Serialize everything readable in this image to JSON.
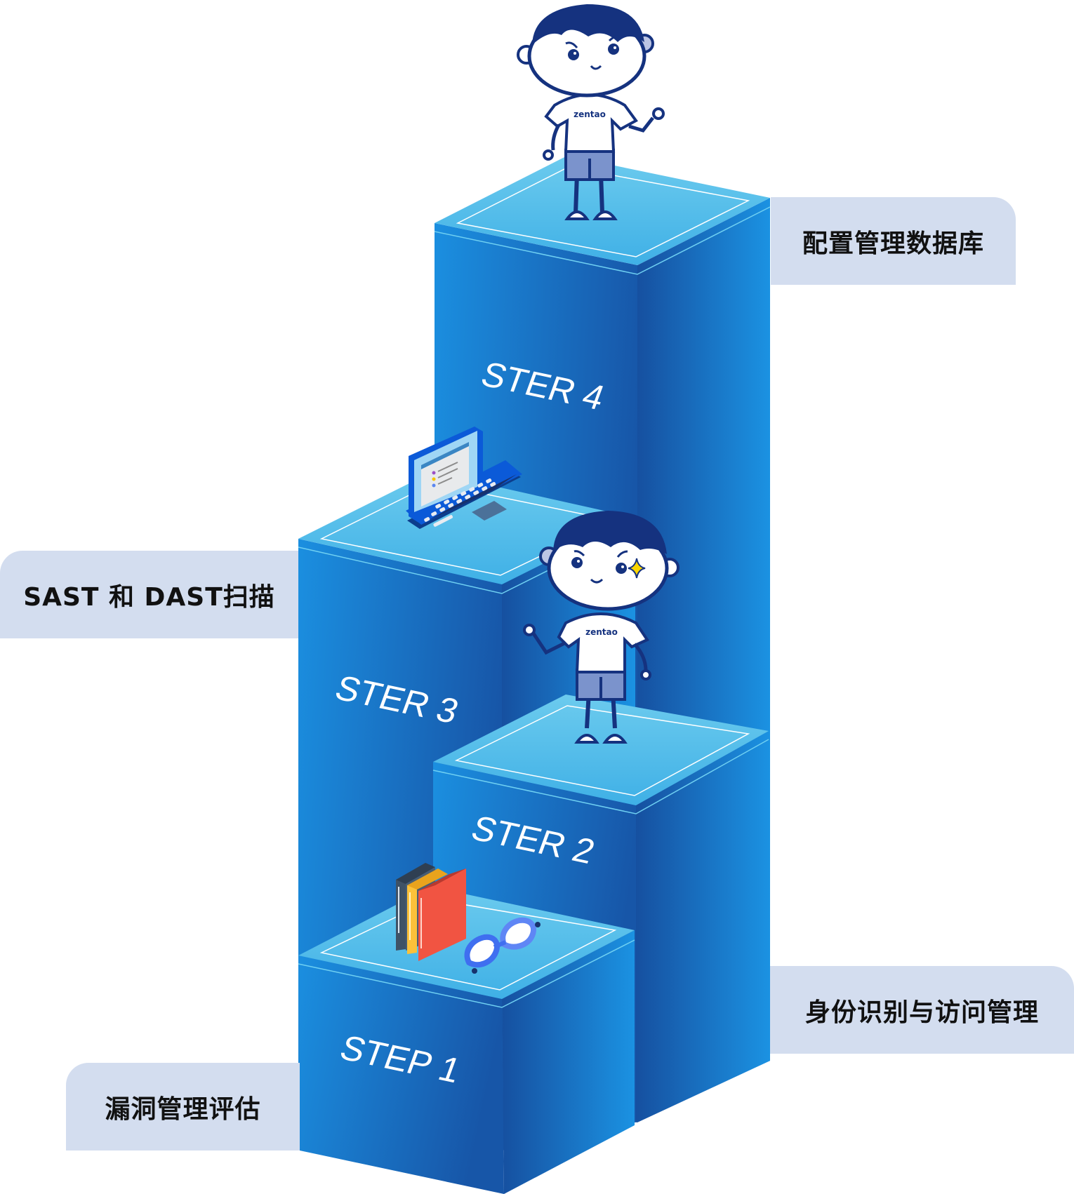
{
  "steps": [
    {
      "label": "STEP 1",
      "description": "漏洞管理评估",
      "prop": "books-and-glasses"
    },
    {
      "label": "STER 2",
      "description": "身份识别与访问管理",
      "prop": "character-sparkle"
    },
    {
      "label": "STER 3",
      "description": "SAST 和 DAST扫描",
      "prop": "laptop"
    },
    {
      "label": "STER 4",
      "description": "配置管理数据库",
      "prop": "character"
    }
  ],
  "character": {
    "shirt_text": "zentao"
  },
  "colors": {
    "block_front": "#1a88d8",
    "block_front_dark": "#1752a3",
    "block_top": "#5cc3ec",
    "label_bg": "#d3ddef",
    "character_navy": "#15327f",
    "shorts": "#7b93cc",
    "sparkle": "#fcd600",
    "book_red": "#f15442",
    "book_yellow": "#fbc13a",
    "book_dark": "#3f5266",
    "glasses": "#3f6ff0"
  }
}
